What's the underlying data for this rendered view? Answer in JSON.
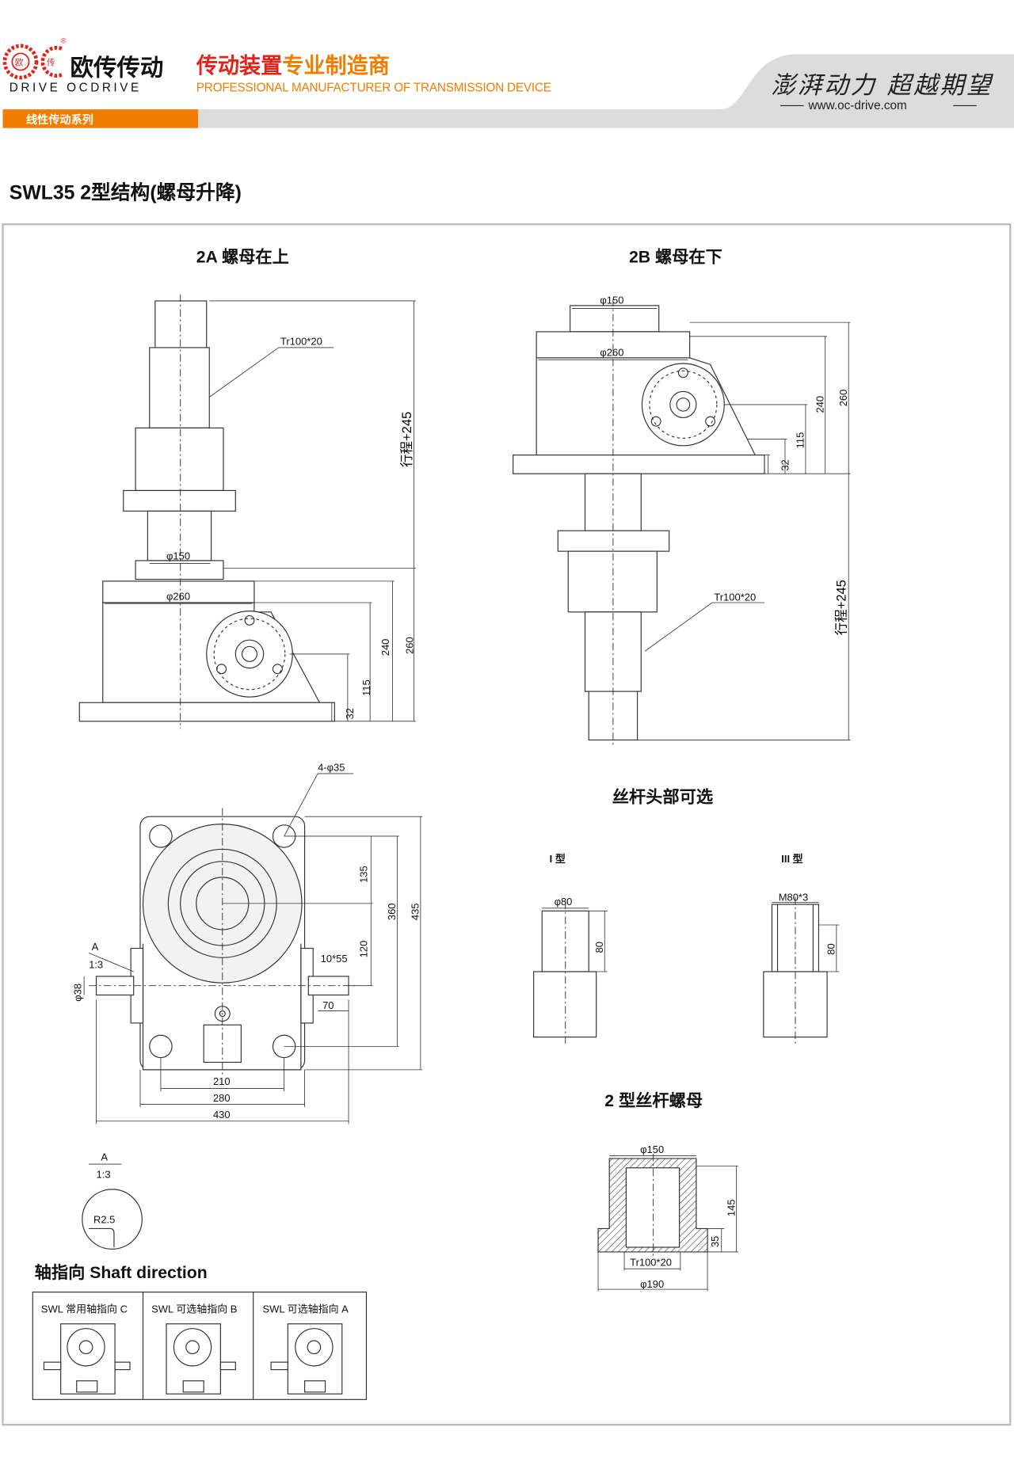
{
  "header": {
    "brand_cn": "欧传传动",
    "brand_en": "DRIVE  OCDRIVE",
    "logo_text": [
      "欧",
      "传"
    ],
    "slogan_cn_a": "传动装置",
    "slogan_cn_b": "专业制造商",
    "slogan_en": "PROFESSIONAL MANUFACTURER OF TRANSMISSION DEVICE",
    "series_tab": "线性传动系列",
    "motto": "澎湃动力 超越期望",
    "website": "www.oc-drive.com",
    "colors": {
      "red": "#e2231a",
      "orange": "#f07c00",
      "band": "#dcdcdc"
    }
  },
  "page_title": "SWL35  2型结构(螺母升降)",
  "drawing_2a": {
    "title": "2A 螺母在上",
    "labels": [
      "Tr100*20",
      "行程+245",
      "φ150",
      "φ260",
      "240",
      "260",
      "115",
      "32"
    ]
  },
  "drawing_2b": {
    "title": "2B 螺母在下",
    "labels": [
      "φ150",
      "φ260",
      "240",
      "260",
      "115",
      "32",
      "Tr100*20",
      "行程+245"
    ]
  },
  "top_view": {
    "labels": [
      "4-φ35",
      "135",
      "360",
      "435",
      "120",
      "10*55",
      "70",
      "A",
      "1:3",
      "φ38",
      "210",
      "280",
      "430"
    ]
  },
  "detail_a": {
    "labels": [
      "A",
      "1:3",
      "R2.5"
    ]
  },
  "screw_heads": {
    "title": "丝杆头部可选",
    "type1": {
      "title": "I 型",
      "labels": [
        "φ80",
        "80"
      ]
    },
    "type3": {
      "title": "III 型",
      "labels": [
        "M80*3",
        "80"
      ]
    }
  },
  "nut": {
    "title": "2 型丝杆螺母",
    "labels": [
      "φ150",
      "145",
      "35",
      "Tr100*20",
      "φ190"
    ]
  },
  "shaft_direction": {
    "title": "轴指向  Shaft direction",
    "options": [
      "SWL 常用轴指向 C",
      "SWL 可选轴指向 B",
      "SWL 可选轴指向 A"
    ]
  }
}
